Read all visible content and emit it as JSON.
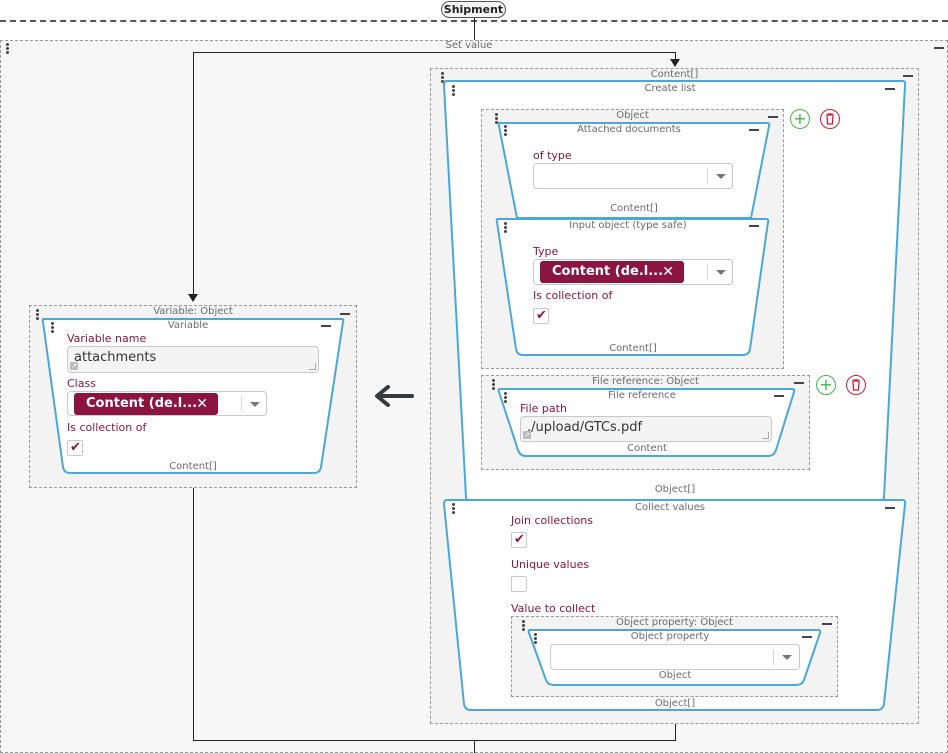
{
  "top": {
    "shipment_label": "Shipment"
  },
  "set_value": {
    "title": "Set value"
  },
  "variable": {
    "outer_title": "Variable: Object",
    "title": "Variable",
    "name_label": "Variable name",
    "name_value": "attachments",
    "class_label": "Class",
    "class_chip": "Content (de.l...",
    "collection_label": "Is collection of",
    "footer": "Content[]"
  },
  "assign_arrow": "🡐",
  "content": {
    "outer_title": "Content[]",
    "create_list": {
      "title": "Create list",
      "footer": "Object[]"
    },
    "object1": {
      "outer_title": "Object",
      "attached": {
        "title": "Attached documents",
        "of_type_label": "of type",
        "footer": "Content[]"
      },
      "input_object": {
        "title": "Input object (type safe)",
        "type_label": "Type",
        "type_chip": "Content (de.l...",
        "collection_label": "Is collection of",
        "footer": "Content[]"
      }
    },
    "file_ref": {
      "outer_title": "File reference: Object",
      "title": "File reference",
      "path_label": "File path",
      "path_value": "./upload/GTCs.pdf",
      "footer": "Content"
    },
    "collect": {
      "title": "Collect values",
      "join_label": "Join collections",
      "unique_label": "Unique values",
      "value_label": "Value to collect",
      "prop_outer_title": "Object property: Object",
      "prop_title": "Object property",
      "prop_footer": "Object",
      "footer": "Object[]"
    }
  },
  "icons": {
    "add": "+",
    "remove_x": "✕",
    "check": "✔"
  },
  "colors": {
    "accent": "#8b1540",
    "node_border": "#4aa8d8",
    "add": "#3fb84a",
    "delete": "#c91d3a"
  }
}
